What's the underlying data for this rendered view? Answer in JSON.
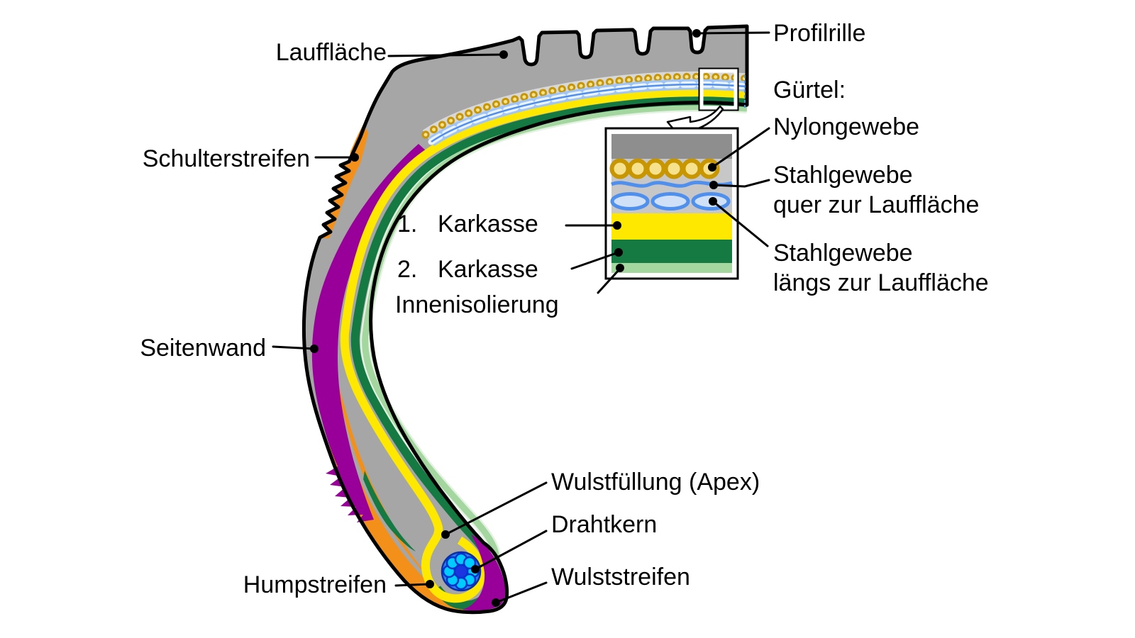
{
  "diagram": {
    "title_hint": "Reifenquerschnitt (tire cross-section) schematic",
    "labels": {
      "laufflaeche": "Lauffläche",
      "profilrille": "Profilrille",
      "guertel": "Gürtel:",
      "nylongewebe": "Nylongewebe",
      "stahl_quer_line1": "Stahlgewebe",
      "stahl_quer_line2": "quer zur Lauffläche",
      "stahl_laengs_line1": "Stahlgewebe",
      "stahl_laengs_line2": "längs zur Lauffläche",
      "karkasse1_num": "1.",
      "karkasse1_word": "Karkasse",
      "karkasse2_num": "2.",
      "karkasse2_word": "Karkasse",
      "innenisolierung": "Innenisolierung",
      "schulterstreifen": "Schulterstreifen",
      "seitenwand": "Seitenwand",
      "wulstfuellung": "Wulstfüllung (Apex)",
      "drahtkern": "Drahtkern",
      "humpstreifen": "Humpstreifen",
      "wulststreifen": "Wulststreifen"
    },
    "colors": {
      "rubber_gray": "#a6a6a6",
      "inset_bg_gray": "#c7c7c7",
      "inset_top_gray": "#8e8e8e",
      "outline_black": "#000000",
      "sidewall_purple": "#990099",
      "shoulder_orange": "#f39019",
      "carcass1_yellow": "#ffe800",
      "carcass2_green": "#157a42",
      "innerliner_green": "#a4d6a0",
      "innerliner_edge": "#e4f2e2",
      "nylon_gold": "#c79600",
      "nylon_gold_light": "#f6e28e",
      "steel_blue": "#4f8fee",
      "steel_blue_light": "#9fc5f8",
      "steel_ellipse_fill": "#cfe0f7",
      "wire_core_blue": "#2e7dee",
      "wire_strand_cyan": "#00ccff",
      "wire_strand_dark": "#0033cc",
      "wire_center_blue": "#1b35e0"
    }
  }
}
